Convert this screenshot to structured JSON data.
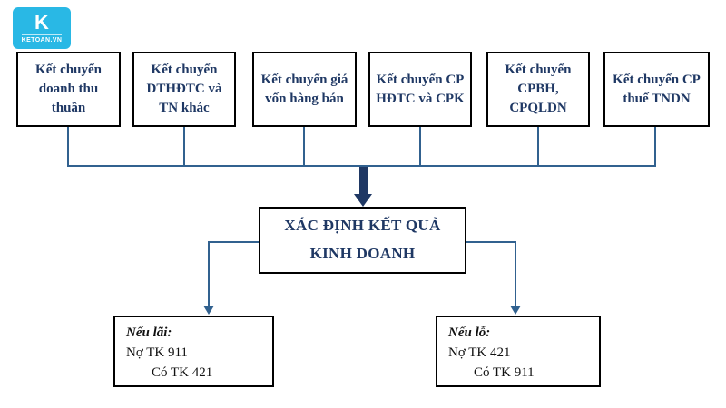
{
  "logo": {
    "letter": "K",
    "brand": "KETOAN.VN"
  },
  "top_boxes": [
    {
      "label": "Kết chuyển doanh thu thuần"
    },
    {
      "label": "Kết chuyển DTHĐTC và TN khác"
    },
    {
      "label": "Kết chuyển giá vốn hàng bán"
    },
    {
      "label": "Kết chuyển CP HĐTC và CPK"
    },
    {
      "label": "Kết chuyển CPBH, CPQLDN"
    },
    {
      "label": "Kết chuyển CP thuế TNDN"
    }
  ],
  "center_box": {
    "label": "XÁC ĐỊNH KẾT QUẢ KINH DOANH"
  },
  "profit_box": {
    "title": "Nếu lãi:",
    "debit": "Nợ TK 911",
    "credit": "Có TK 421"
  },
  "loss_box": {
    "title": "Nếu lỗ:",
    "debit": "Nợ TK 421",
    "credit": "Có TK 911"
  },
  "colors": {
    "connector": "#31618f",
    "thick_arrow": "#1f3864",
    "box_text": "#1f3864",
    "box_border": "#000000",
    "logo": "#29b8e5"
  }
}
